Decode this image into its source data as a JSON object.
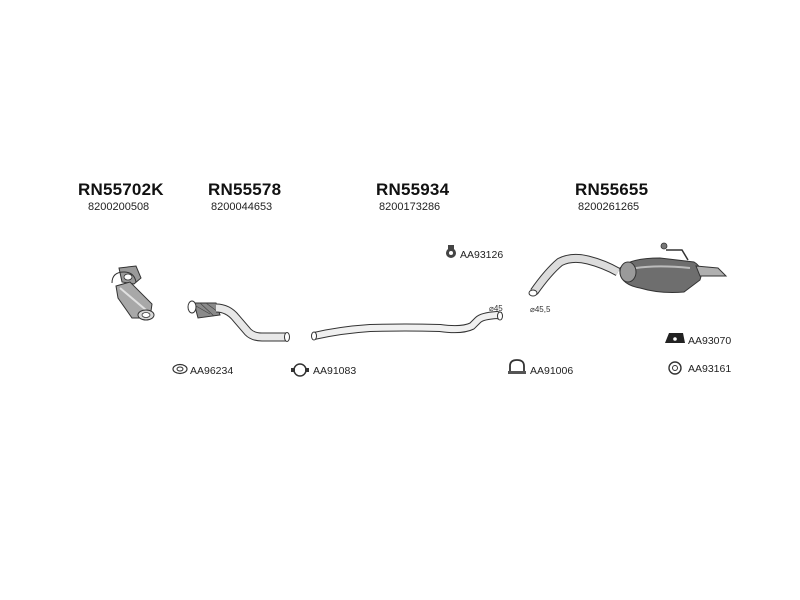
{
  "parts": [
    {
      "code": "RN55702K",
      "oe": "8200200508"
    },
    {
      "code": "RN55578",
      "oe": "8200044653"
    },
    {
      "code": "RN55934",
      "oe": "8200173286"
    },
    {
      "code": "RN55655",
      "oe": "8200261265"
    }
  ],
  "accessories": [
    {
      "code": "AA93126",
      "icon": "rubber-hanger-icon"
    },
    {
      "code": "AA96234",
      "icon": "gasket-ring-icon"
    },
    {
      "code": "AA91083",
      "icon": "pipe-clamp-icon"
    },
    {
      "code": "AA91006",
      "icon": "u-bolt-clamp-icon"
    },
    {
      "code": "AA93070",
      "icon": "mounting-pad-icon"
    },
    {
      "code": "AA93161",
      "icon": "rubber-ring-icon"
    }
  ],
  "diameters": [
    "⌀45",
    "⌀45,5"
  ]
}
